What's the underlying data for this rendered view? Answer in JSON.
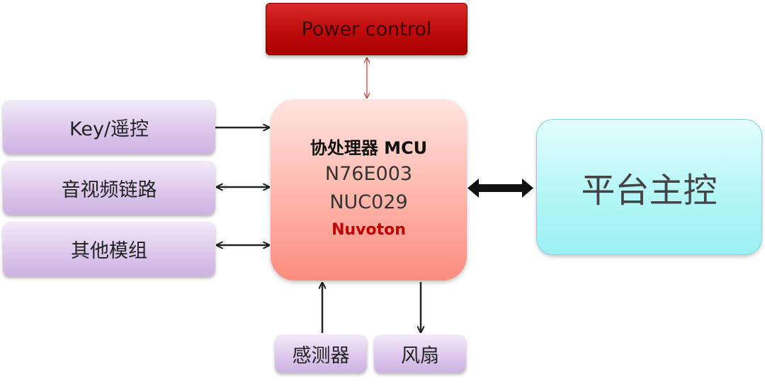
{
  "power_control": "Power control",
  "mcu": {
    "title": "协处理器 MCU",
    "model1": "N76E003",
    "model2": "NUC029",
    "brand": "Nuvoton"
  },
  "platform": "平台主控",
  "left_modules": {
    "key": "Key/遥控",
    "av_link": "音视频链路",
    "other": "其他模组"
  },
  "bottom_modules": {
    "sensor": "感测器",
    "fan": "风扇"
  },
  "colors": {
    "power_red": "#c00d0d",
    "brand_red": "#c00000",
    "mcu_salmon": "#fb8d80",
    "platform_cyan": "#9cf1f3",
    "module_purple": "#ddc9ec"
  }
}
